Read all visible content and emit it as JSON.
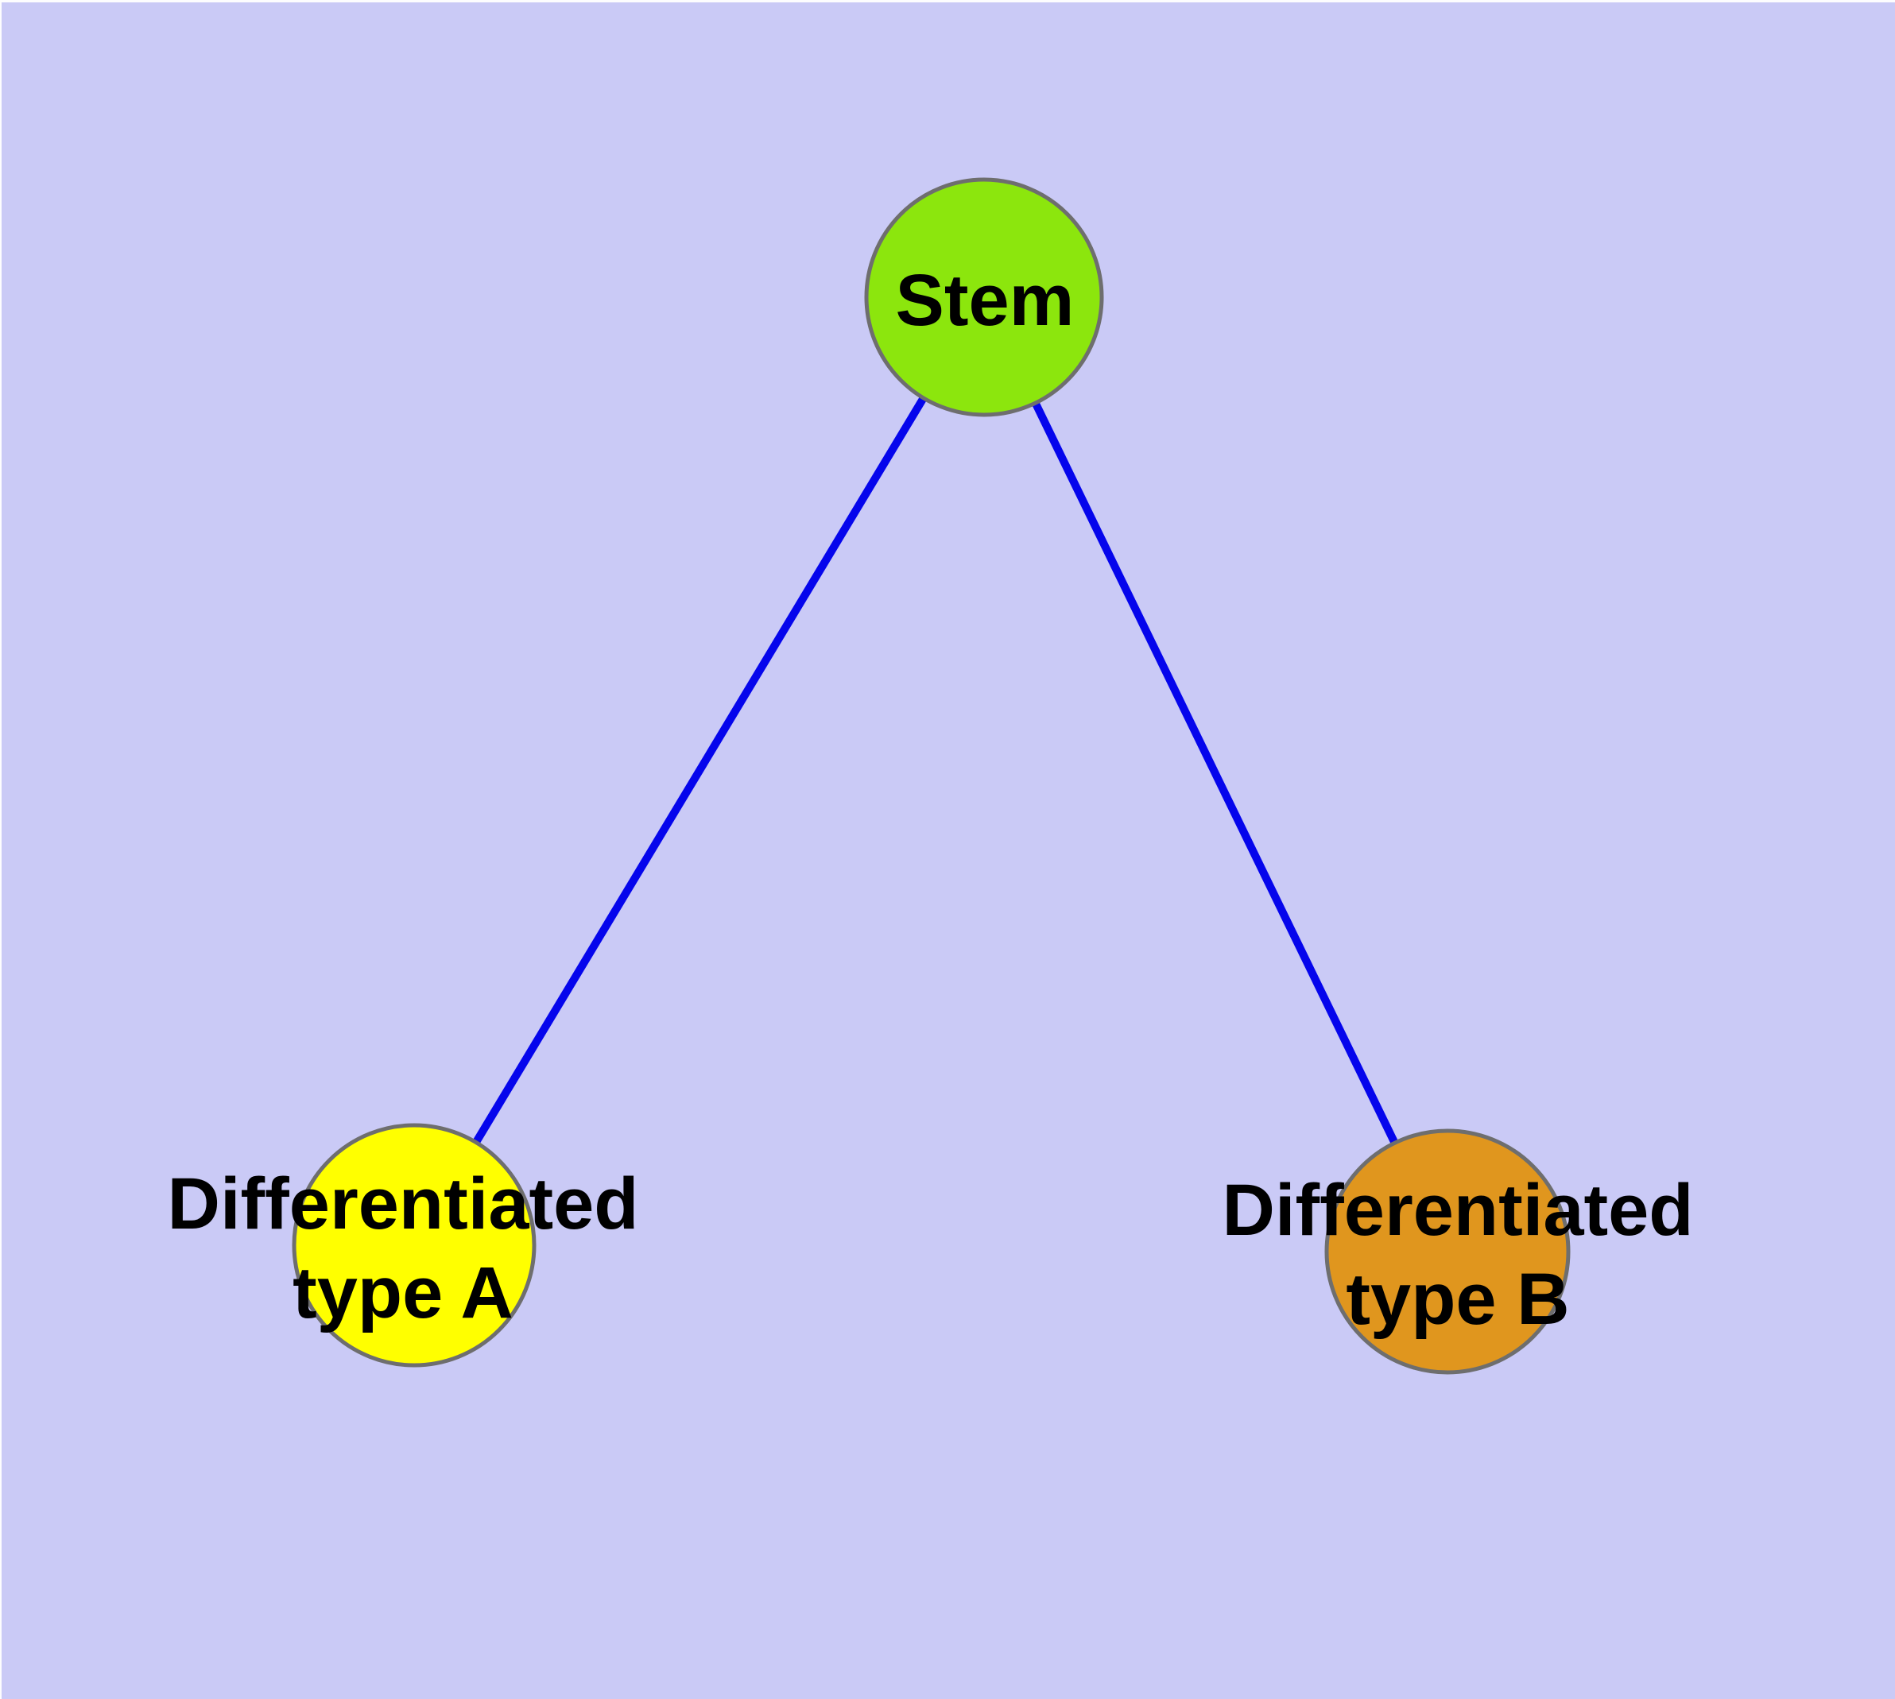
{
  "canvas": {
    "background_color": "#CACAF6",
    "edge_color": "#0505EC",
    "node_border_color": "#6E6E6E",
    "label_color": "#000000"
  },
  "nodes": [
    {
      "id": "stem",
      "label": "Stem",
      "color": "#8CE60D"
    },
    {
      "id": "type-a",
      "label": "Differentiated\ntype A",
      "color": "#FFFF00"
    },
    {
      "id": "type-b",
      "label": "Differentiated\ntype B",
      "color": "#E0961E"
    }
  ],
  "edges": [
    {
      "from": "stem",
      "to": "type-a"
    },
    {
      "from": "stem",
      "to": "type-b"
    }
  ]
}
